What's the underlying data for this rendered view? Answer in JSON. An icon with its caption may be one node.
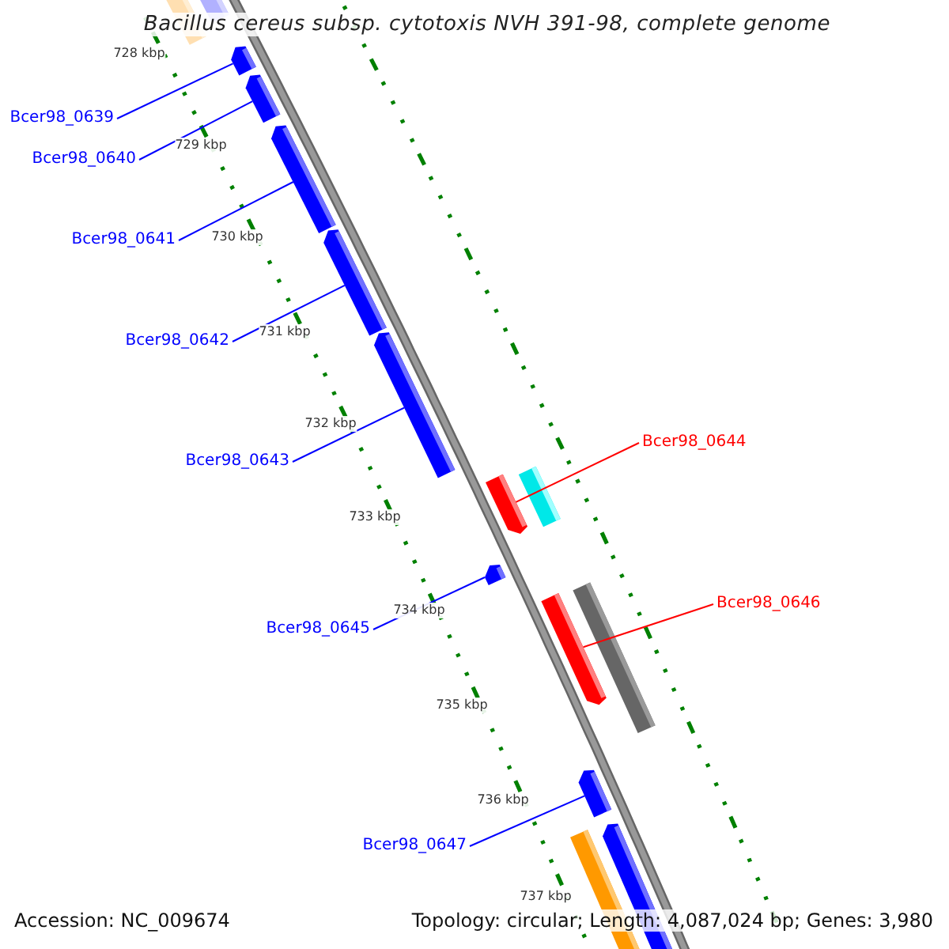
{
  "diagram": {
    "title": "Bacillus cereus subsp. cytotoxis NVH 391-98, complete genome",
    "nodes": [
      {
        "text": [
          "Bcer98_0639"
        ]
      },
      {
        "text": [
          "Bcer98_0640"
        ]
      },
      {
        "text": [
          "Bcer98_0641"
        ]
      },
      {
        "text": [
          "Bcer98_0642"
        ]
      },
      {
        "text": [
          "Bcer98_0643"
        ]
      },
      {
        "text": [
          "Bcer98_0644"
        ]
      },
      {
        "text": [
          "Bcer98_0645"
        ]
      },
      {
        "text": [
          "Bcer98_0646"
        ]
      },
      {
        "text": [
          "Bcer98_0647"
        ]
      },
      {
        "text": [],
        "shape": "bar"
      },
      {
        "text": [],
        "shape": "bar"
      },
      {
        "text": [],
        "shape": "bar"
      },
      {
        "text": [],
        "shape": "bar"
      },
      {
        "text": [],
        "shape": "bar"
      },
      {
        "text": [],
        "shape": "bar"
      },
      {
        "text": [],
        "shape": "bar"
      },
      {
        "text": [],
        "shape": "bar"
      },
      {
        "text": [],
        "shape": "bar"
      }
    ],
    "edges": [
      {
        "from": 0,
        "to": 9,
        "arrow": "none"
      },
      {
        "from": 1,
        "to": 10,
        "arrow": "none"
      },
      {
        "from": 2,
        "to": 11,
        "arrow": "none"
      },
      {
        "from": 3,
        "to": 12,
        "arrow": "none"
      },
      {
        "from": 4,
        "to": 13,
        "arrow": "none"
      },
      {
        "from": 5,
        "to": 14,
        "arrow": "none",
        "color": "#ff0000"
      },
      {
        "from": 6,
        "to": 15,
        "arrow": "none"
      },
      {
        "from": 7,
        "to": 16,
        "arrow": "none",
        "color": "#ff0000"
      },
      {
        "from": 8,
        "to": 17,
        "arrow": "none"
      }
    ],
    "labels": [
      "728 kbp",
      "729 kbp",
      "730 kbp",
      "731 kbp",
      "732 kbp",
      "733 kbp",
      "734 kbp",
      "735 kbp",
      "736 kbp",
      "737 kbp",
      "Accession: NC_009674",
      "Topology: circular; Length: 4,087,024 bp; Genes: 3,980"
    ]
  }
}
